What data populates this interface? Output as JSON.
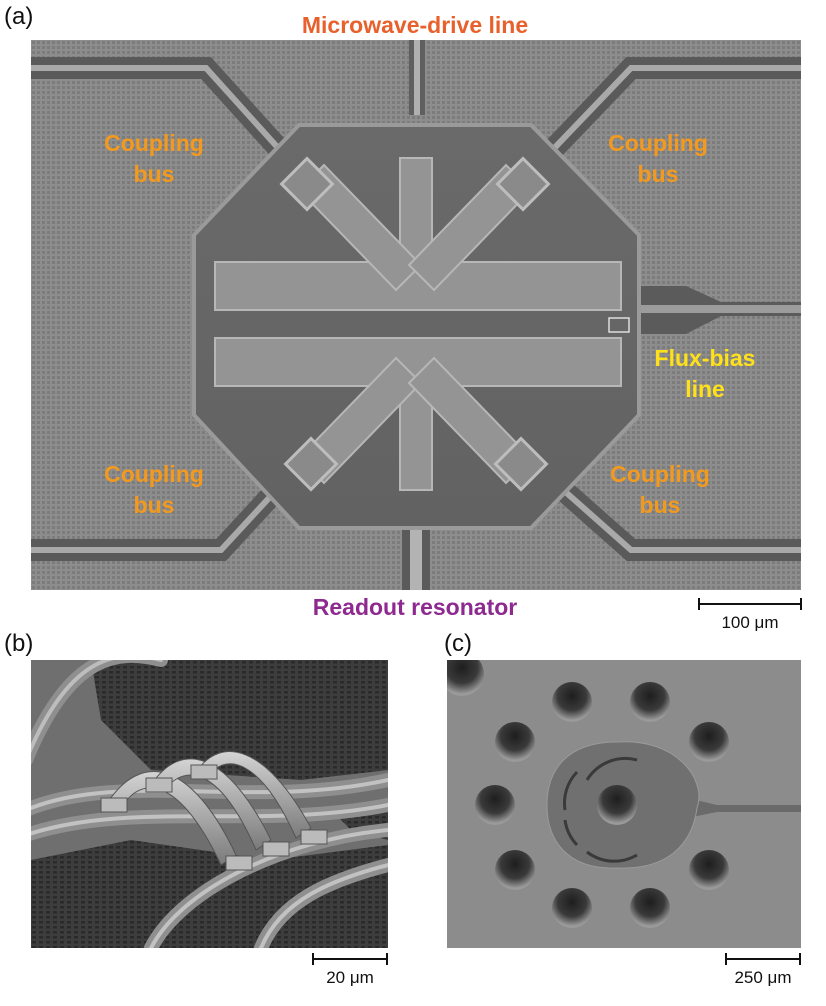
{
  "panels": [
    {
      "label": "(a)"
    },
    {
      "label": "(b)"
    },
    {
      "label": "(c)"
    }
  ],
  "annotations": {
    "top": {
      "text": "Microwave-drive line",
      "color": "#e8612c"
    },
    "bottom": {
      "text": "Readout resonator",
      "color": "#8e2a8f"
    },
    "flux": {
      "line1": "Flux-bias",
      "line2": "line",
      "color": "#ffe11a"
    },
    "coupling": [
      {
        "line1": "Coupling",
        "line2": "bus",
        "color": "#f39a1e"
      },
      {
        "line1": "Coupling",
        "line2": "bus",
        "color": "#f39a1e"
      },
      {
        "line1": "Coupling",
        "line2": "bus",
        "color": "#f39a1e"
      },
      {
        "line1": "Coupling",
        "line2": "bus",
        "color": "#f39a1e"
      }
    ]
  },
  "scale_bars": [
    {
      "text": "100 μm"
    },
    {
      "text": "20 μm"
    },
    {
      "text": "250 μm"
    }
  ]
}
